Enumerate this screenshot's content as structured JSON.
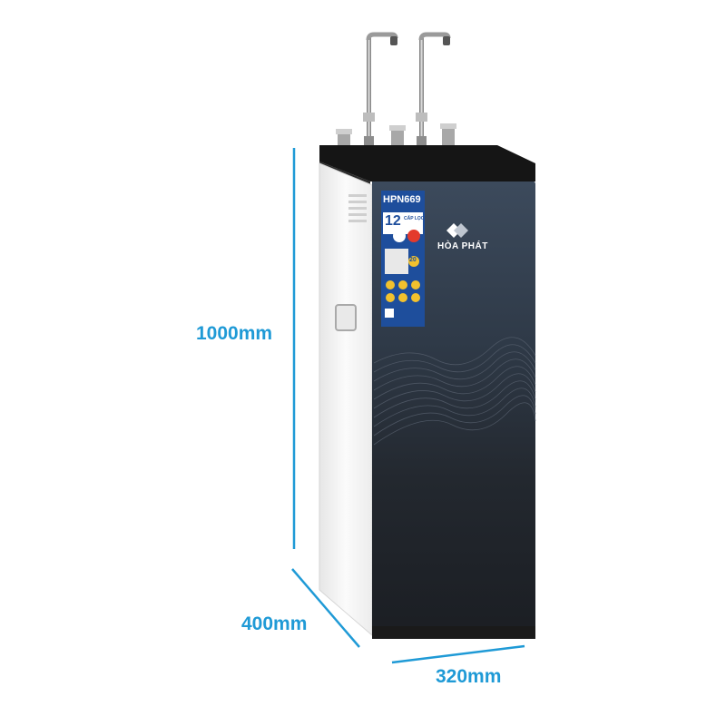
{
  "dimensions": {
    "height_label": "1000mm",
    "depth_label": "400mm",
    "width_label": "320mm"
  },
  "product": {
    "brand": "HÒA PHÁT",
    "model": "HPN669",
    "filter_stages": "12",
    "filter_stages_caption": "CẤP LỌC",
    "sticker_caption": "20"
  },
  "colors": {
    "dimension_accent": "#1f9ad6",
    "cabinet_front_top": "#3c4a5c",
    "cabinet_front_bottom": "#1d2127",
    "cabinet_side": "#f4f4f4",
    "top_cap": "#151515",
    "sticker_blue": "#1e4e9c"
  }
}
